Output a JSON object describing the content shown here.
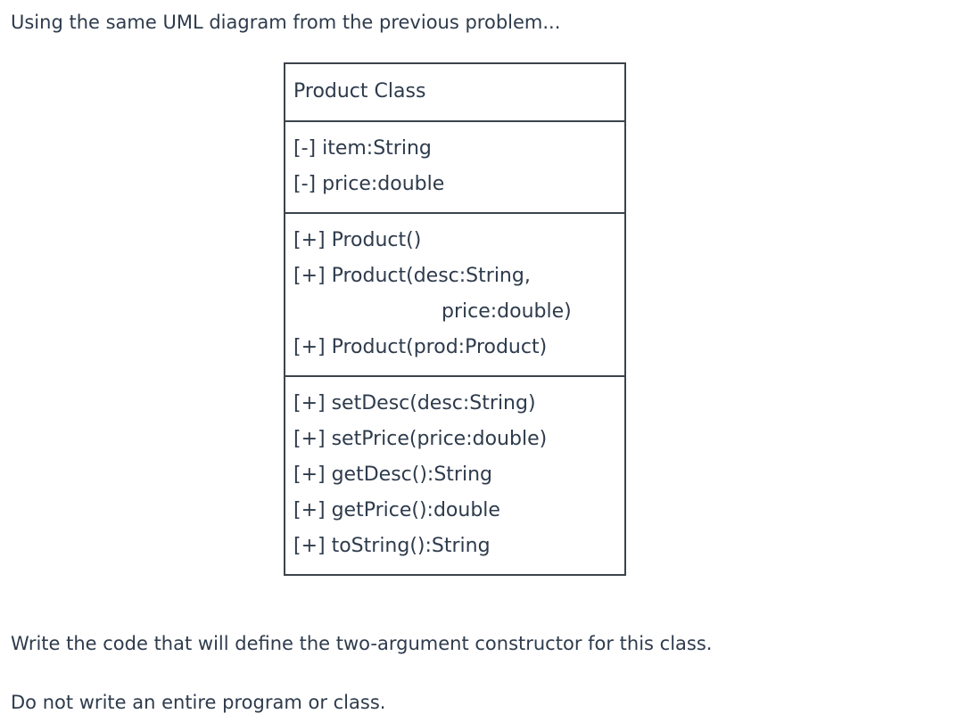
{
  "intro": {
    "text": "Using the same UML diagram from the previous problem..."
  },
  "uml": {
    "class_title": "Product Class",
    "attributes": [
      "[-] item:String",
      "[-] price:double"
    ],
    "constructors": [
      {
        "text": "[+] Product()",
        "continuation": false
      },
      {
        "text": "[+] Product(desc:String,",
        "continuation": false
      },
      {
        "text": "price:double)",
        "continuation": true
      },
      {
        "text": "[+] Product(prod:Product)",
        "continuation": false
      }
    ],
    "methods": [
      "[+] setDesc(desc:String)",
      "[+] setPrice(price:double)",
      "[+] getDesc():String",
      "[+] getPrice():double",
      "[+] toString():String"
    ]
  },
  "prompt": {
    "line1": "Write the code that will define the two-argument constructor for this class.",
    "line2": "Do not write an entire program or class."
  },
  "colors": {
    "text": "#2e3b4c",
    "border": "#3c434b",
    "background": "#ffffff"
  }
}
